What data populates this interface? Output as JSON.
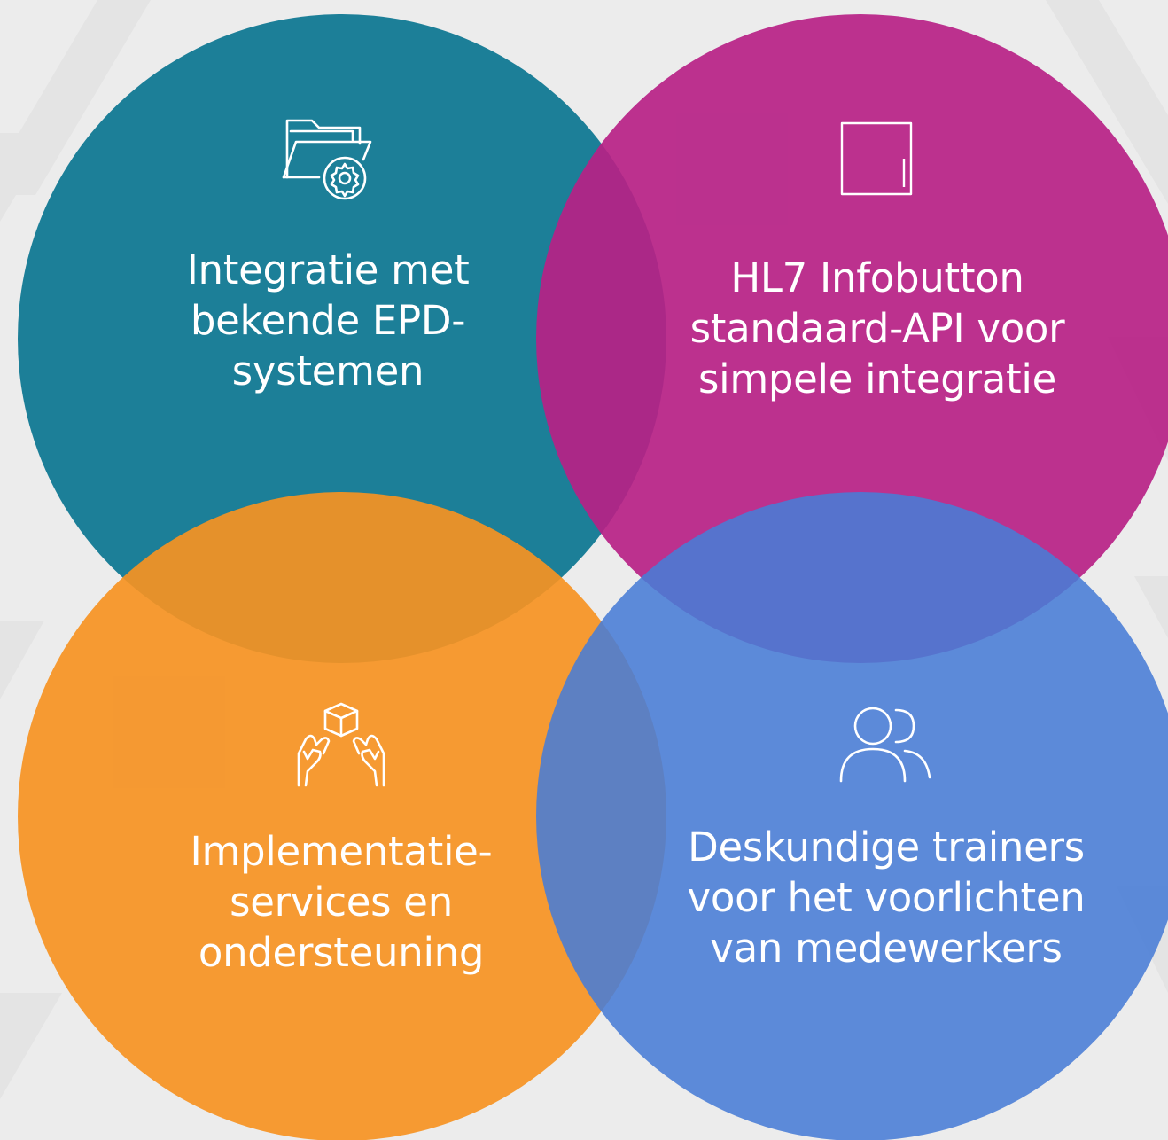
{
  "colors": {
    "background": "#ececec",
    "teal": "#137a94",
    "magenta": "#b72186",
    "orange": "#f69222",
    "blue": "#487cd6",
    "text": "#ffffff"
  },
  "items": [
    {
      "id": "integration",
      "icon": "folder-gear-icon",
      "label": "Integratie met\nbekende EPD-\nsystemen"
    },
    {
      "id": "hl7",
      "icon": "square-frame-icon",
      "label": "HL7 Infobutton\nstandaard-API voor\nsimpele integratie"
    },
    {
      "id": "implementation",
      "icon": "hands-box-icon",
      "label": "Implementatie-\nservices en\nondersteuning"
    },
    {
      "id": "trainers",
      "icon": "users-icon",
      "label": "Deskundige trainers\nvoor het voorlichten\nvan medewerkers"
    }
  ]
}
